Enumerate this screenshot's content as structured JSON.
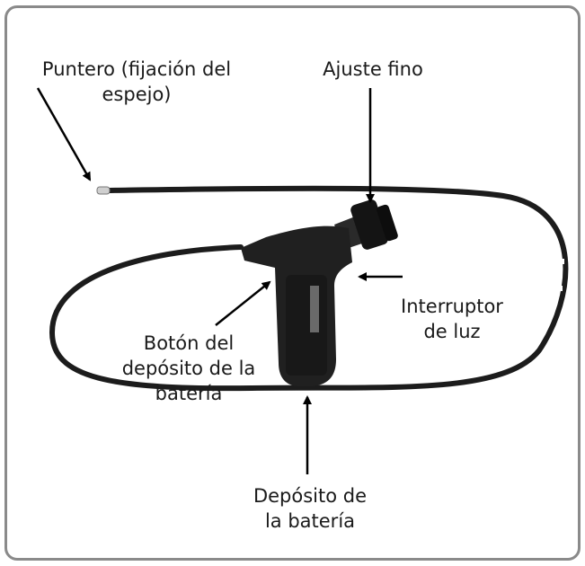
{
  "diagram": {
    "labels": {
      "tip": [
        "Puntero (fijación del",
        "espejo)"
      ],
      "fine_adjust": "Ajuste fino",
      "light_switch": [
        "Interruptor",
        "de luz"
      ],
      "battery_button": [
        "Botón del",
        "depósito de la",
        "batería"
      ],
      "battery_compartment": [
        "Depósito de",
        "la batería"
      ]
    },
    "colors": {
      "frame": "#8a8a8a",
      "cable": "#1c1c1c",
      "handle": "#202020",
      "arrow": "#000000",
      "text": "#1a1a1a"
    }
  }
}
